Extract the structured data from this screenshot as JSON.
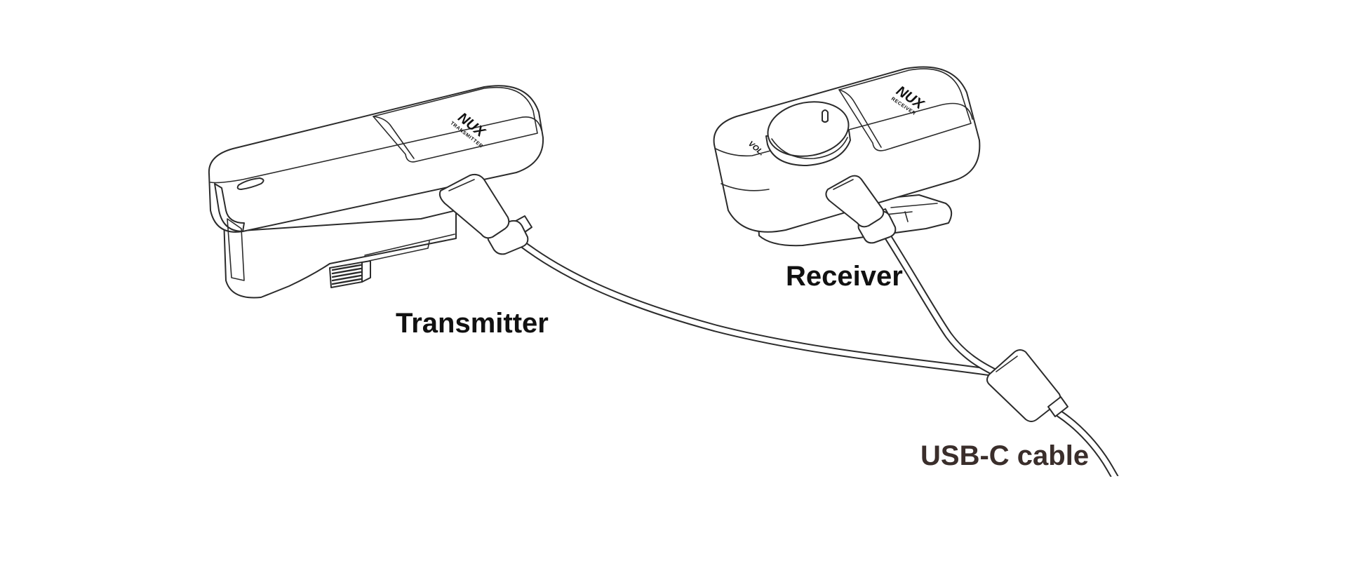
{
  "diagram": {
    "labels": {
      "transmitter": "Transmitter",
      "receiver": "Receiver",
      "usb_cable": "USB-C cable"
    },
    "transmitter_device": {
      "brand": "NUX",
      "model": "TRANSMITTER"
    },
    "receiver_device": {
      "brand": "NUX",
      "model": "RECEIVER",
      "knob_label": "VOL."
    }
  },
  "colors": {
    "line": "#2b2b2b",
    "label": "#111111",
    "cable_label": "#3a2e2b",
    "background": "#ffffff"
  }
}
